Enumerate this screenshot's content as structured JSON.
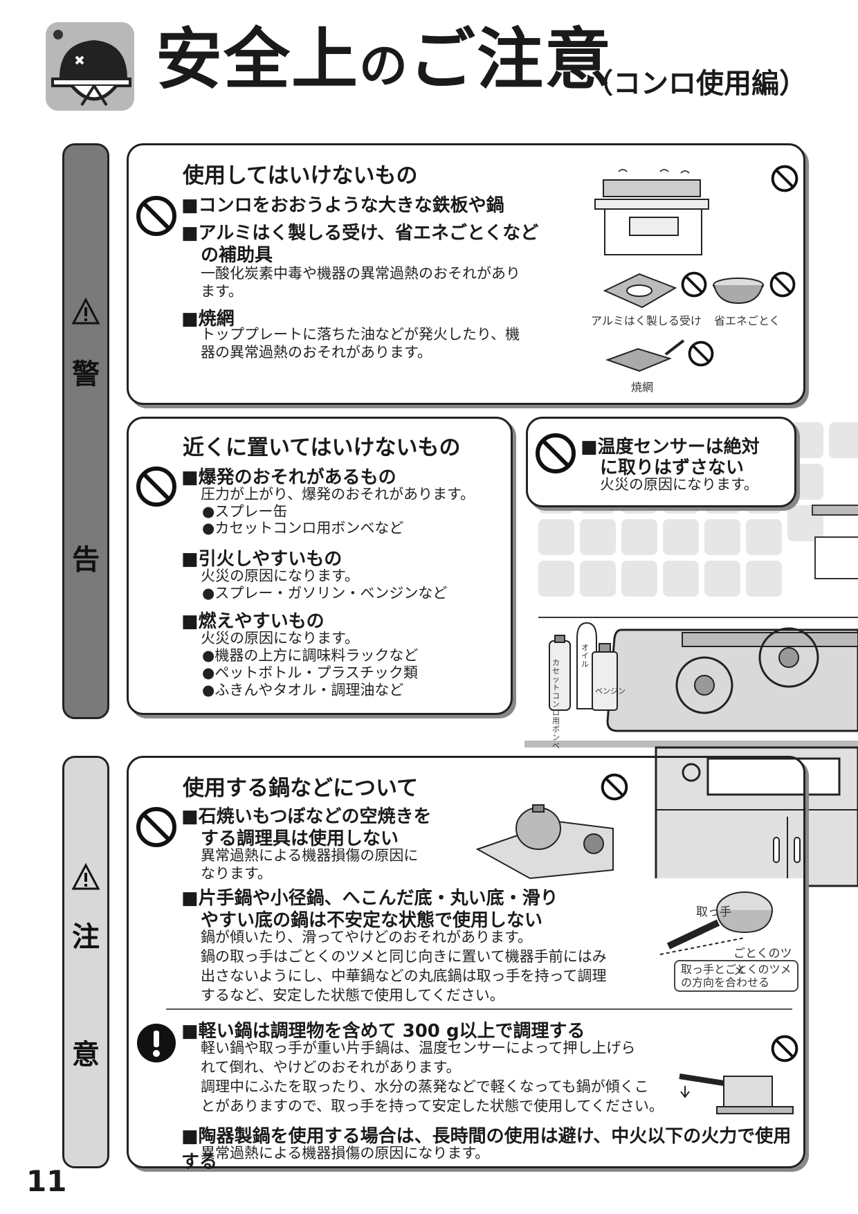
{
  "header": {
    "title": "安全上",
    "title_no": "の",
    "title_rest": "ご注意",
    "subtitle": "（コンロ使用編）"
  },
  "sidebar": {
    "warning_chars": [
      "警",
      "告"
    ],
    "caution_chars": [
      "注",
      "意"
    ]
  },
  "warning": {
    "box1": {
      "heading": "使用してはいけないもの",
      "items": [
        {
          "title": "■コンロをおおうような大きな鉄板や鍋"
        },
        {
          "title": "■アルミはく製しる受け、省エネごとくなど",
          "title2": "の補助具",
          "desc": "一酸化炭素中毒や機器の異常過熱のおそれがあり",
          "desc2": "ます。"
        },
        {
          "title": "■焼網",
          "desc": "トッププレートに落ちた油などが発火したり、機",
          "desc2": "器の異常過熱のおそれがあります。"
        }
      ],
      "captions": {
        "foil": "アルミはく製しる受け",
        "eco": "省エネごとく",
        "grill": "焼網"
      }
    },
    "box2": {
      "heading": "近くに置いてはいけないもの",
      "groups": [
        {
          "title": "■爆発のおそれがあるもの",
          "desc": "圧力が上がり、爆発のおそれがあります。",
          "bullets": [
            "●スプレー缶",
            "●カセットコンロ用ボンベなど"
          ]
        },
        {
          "title": "■引火しやすいもの",
          "desc": "火災の原因になります。",
          "bullets": [
            "●スプレー・ガソリン・ベンジンなど"
          ]
        },
        {
          "title": "■燃えやすいもの",
          "desc": "火災の原因になります。",
          "bullets": [
            "●機器の上方に調味料ラックなど",
            "●ペットボトル・プラスチック類",
            "●ふきんやタオル・調理油など"
          ]
        }
      ],
      "can_labels": {
        "cassette": "カセットコンロ用ボンベ",
        "oil": "オイル",
        "benzine": "ベンジン"
      }
    },
    "box3": {
      "title": "■温度センサーは絶対",
      "title2": "に取りはずさない",
      "desc": "火災の原因になります。"
    }
  },
  "caution": {
    "heading": "使用する鍋などについて",
    "item1": {
      "title": "■石焼いもつぼなどの空焼きを",
      "title2": "する調理具は使用しない",
      "desc": "異常過熱による機器損傷の原因に",
      "desc2": "なります。"
    },
    "item2": {
      "title": "■片手鍋や小径鍋、へこんだ底・丸い底・滑り",
      "title2": "やすい底の鍋は不安定な状態で使用しない",
      "lines": [
        "鍋が傾いたり、滑ってやけどのおそれがあります。",
        "鍋の取っ手はごとくのツメと同じ向きに置いて機器手前にはみ",
        "出さないようにし、中華鍋などの丸底鍋は取っ手を持って調理",
        "するなど、安定した状態で使用してください。"
      ]
    },
    "pan_labels": {
      "handle": "取っ手",
      "claw": "ごとくのツメ",
      "note1": "取っ手とごとくのツメ",
      "note2": "の方向を合わせる"
    },
    "item3": {
      "title": "■軽い鍋は調理物を含めて 300 g以上で調理する",
      "lines": [
        "軽い鍋や取っ手が重い片手鍋は、温度センサーによって押し上げら",
        "れて倒れ、やけどのおそれがあります。",
        "調理中にふたを取ったり、水分の蒸発などで軽くなっても鍋が傾くこ",
        "とがありますので、取っ手を持って安定した状態で使用してください。"
      ]
    },
    "item4": {
      "title": "■陶器製鍋を使用する場合は、長時間の使用は避け、中火以下の火力で使用する",
      "desc": "異常過熱による機器損傷の原因になります。"
    }
  },
  "page_number": "11"
}
